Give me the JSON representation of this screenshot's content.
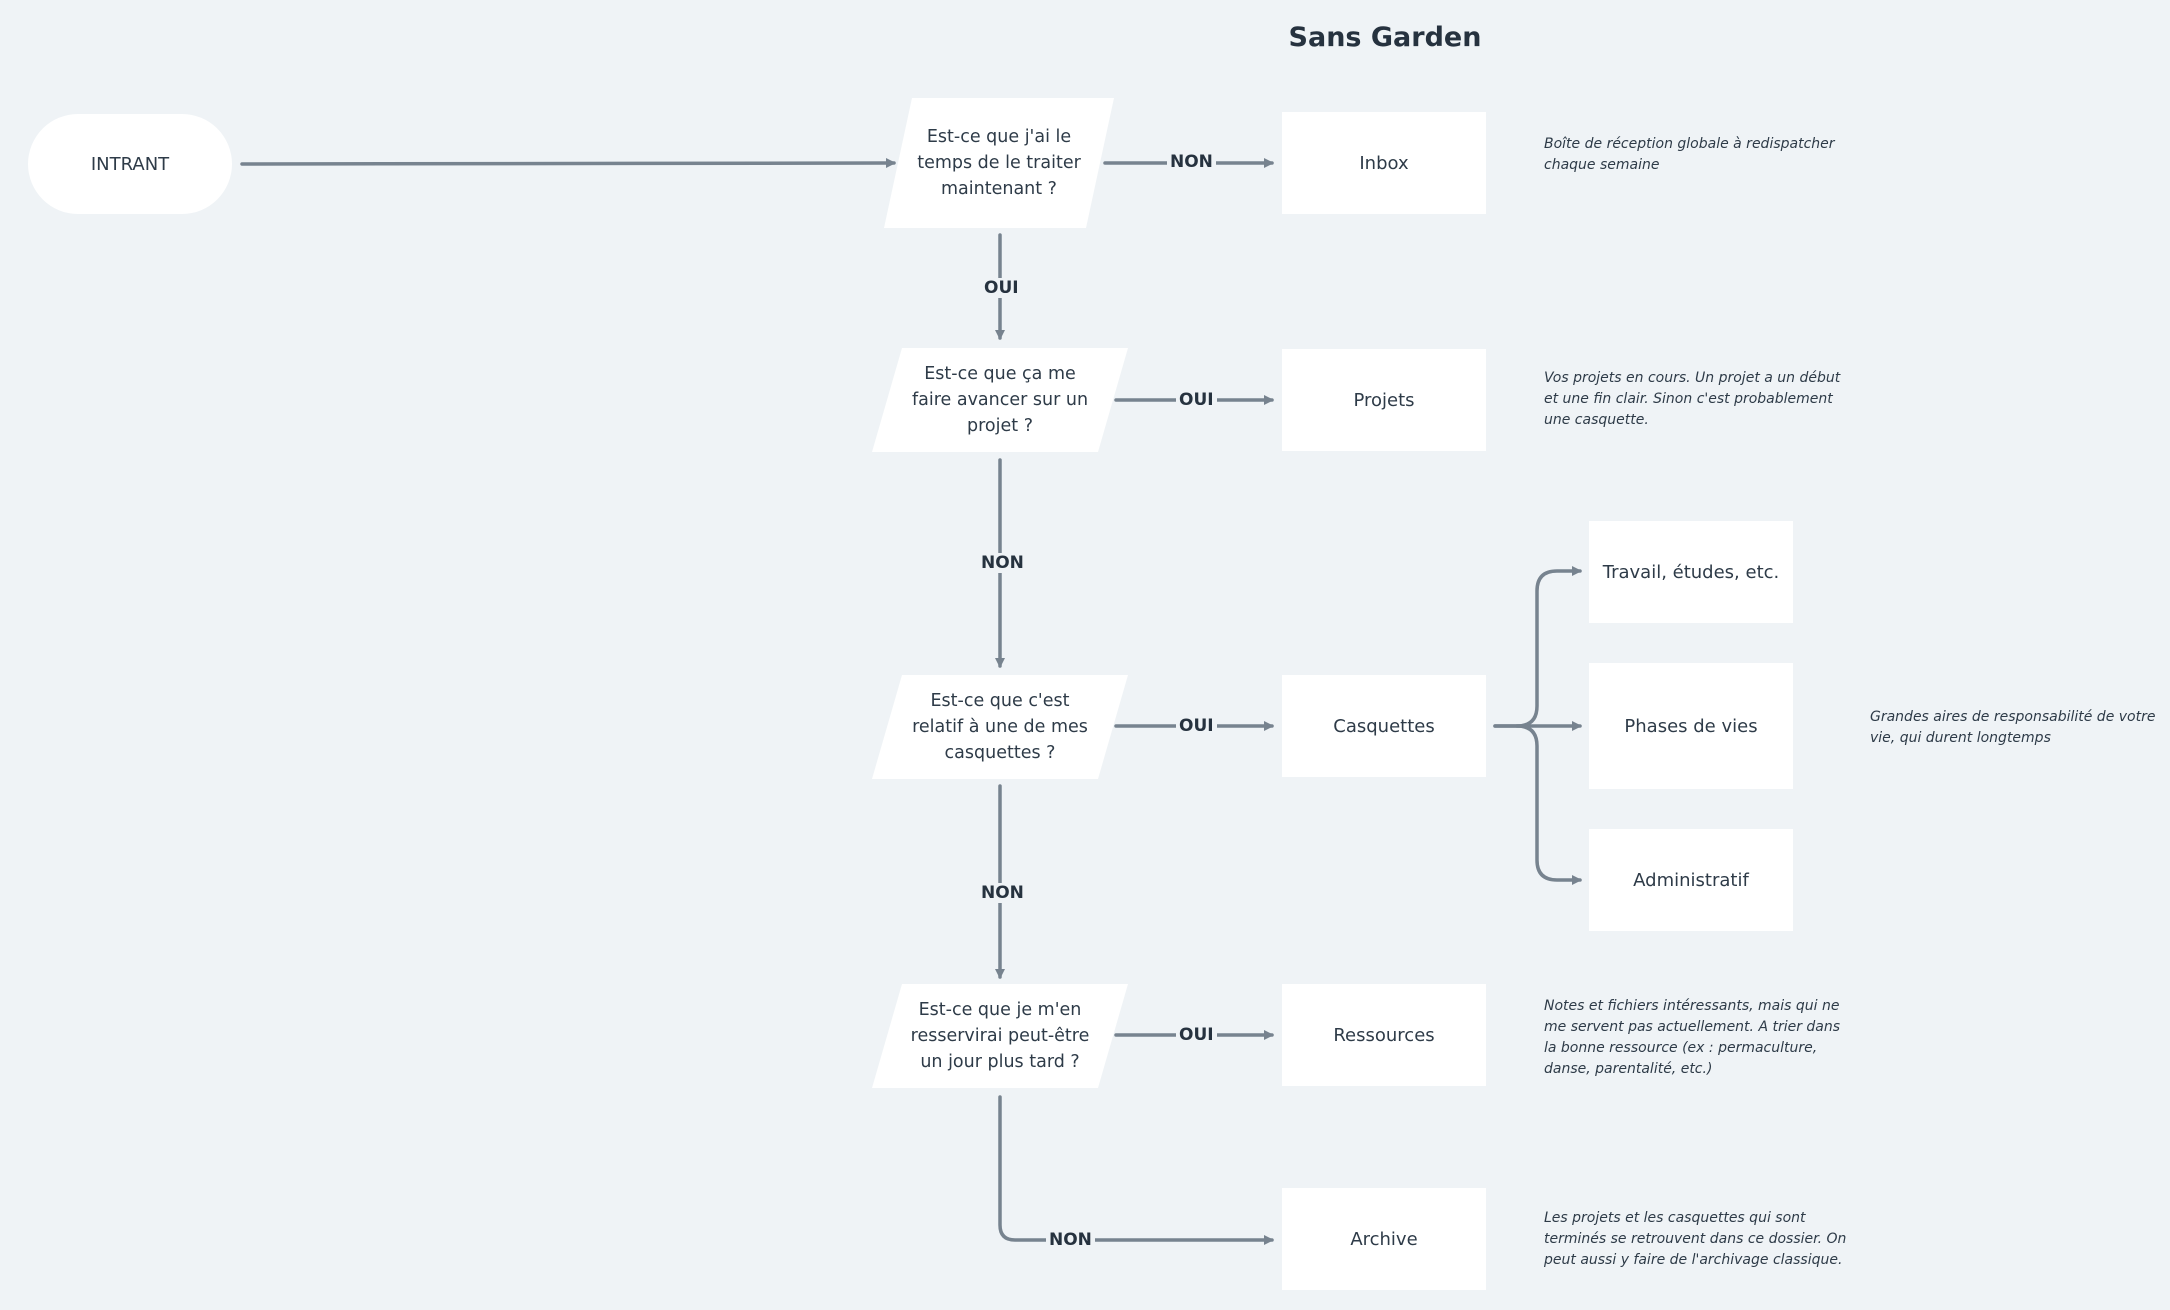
{
  "title": "Sans Garden",
  "colors": {
    "background": "#eff3f6",
    "node_fill": "#ffffff",
    "connector": "#77838f",
    "text": "#2e3b48"
  },
  "start": {
    "label": "INTRANT"
  },
  "decisions": [
    {
      "id": "d1",
      "text": "Est-ce que j'ai le temps de le traiter maintenant ?"
    },
    {
      "id": "d2",
      "text": "Est-ce que ça me faire avancer sur un projet ?"
    },
    {
      "id": "d3",
      "text": "Est-ce que c'est relatif à une de mes casquettes ?"
    },
    {
      "id": "d4",
      "text": "Est-ce que je m'en resservirai peut-être un jour plus tard ?"
    }
  ],
  "outcomes": [
    {
      "id": "inbox",
      "label": "Inbox"
    },
    {
      "id": "projets",
      "label": "Projets"
    },
    {
      "id": "casquettes",
      "label": "Casquettes"
    },
    {
      "id": "ressources",
      "label": "Ressources"
    },
    {
      "id": "archive",
      "label": "Archive"
    }
  ],
  "casquette_types": [
    {
      "id": "travail",
      "label": "Travail, études, etc."
    },
    {
      "id": "phases",
      "label": "Phases de vies"
    },
    {
      "id": "administratif",
      "label": "Administratif"
    }
  ],
  "edge_labels": {
    "d1_to_inbox": "NON",
    "d1_to_d2": "OUI",
    "d2_to_projets": "OUI",
    "d2_to_d3": "NON",
    "d3_to_casquettes": "OUI",
    "d3_to_d4": "NON",
    "d4_to_ressources": "OUI",
    "d4_to_archive": "NON"
  },
  "notes": {
    "inbox": "Boîte de réception globale à redispatcher chaque semaine",
    "projets": "Vos projets en cours. Un projet a un début et une fin clair. Sinon c'est probablement une casquette.",
    "casquettes": "Grandes aires de responsabilité de votre vie, qui durent longtemps",
    "ressources": "Notes et fichiers intéressants, mais qui ne me servent pas actuellement. A trier dans la bonne ressource (ex : permaculture, danse, parentalité, etc.)",
    "archive": "Les projets et les casquettes qui sont terminés se retrouvent dans ce dossier. On peut aussi y faire de l'archivage classique."
  }
}
